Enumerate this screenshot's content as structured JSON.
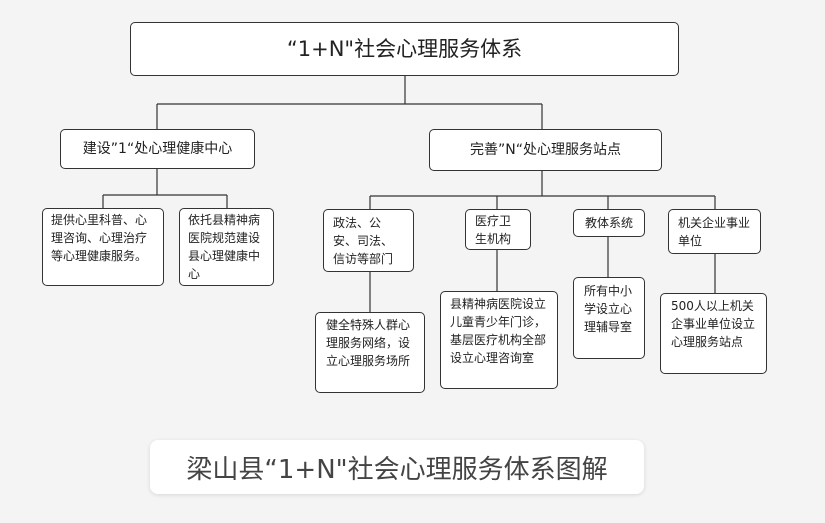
{
  "diagram": {
    "root": "“1+N\"社会心理服务体系",
    "branches": [
      {
        "label": "建设”1“处心理健康中心",
        "children": [
          {
            "title": "提供心里科普、心理咨询、心理治疗等心理健康服务。"
          },
          {
            "title": "依托县精神病医院规范建设县心理健康中心"
          }
        ]
      },
      {
        "label": "完善”N“处心理服务站点",
        "children": [
          {
            "title": "政法、公安、司法、信访等部门",
            "detail": "健全特殊人群心理服务网络，设立心理服务场所"
          },
          {
            "title": "医疗卫生机构",
            "detail": "县精神病医院设立儿童青少年门诊，基层医疗机构全部设立心理咨询室"
          },
          {
            "title": "教体系统",
            "detail": "所有中小学设立心理辅导室"
          },
          {
            "title": "机关企业事业单位",
            "detail": "500人以上机关企事业单位设立心理服务站点"
          }
        ]
      }
    ]
  },
  "caption": "梁山县“1+N\"社会心理服务体系图解"
}
